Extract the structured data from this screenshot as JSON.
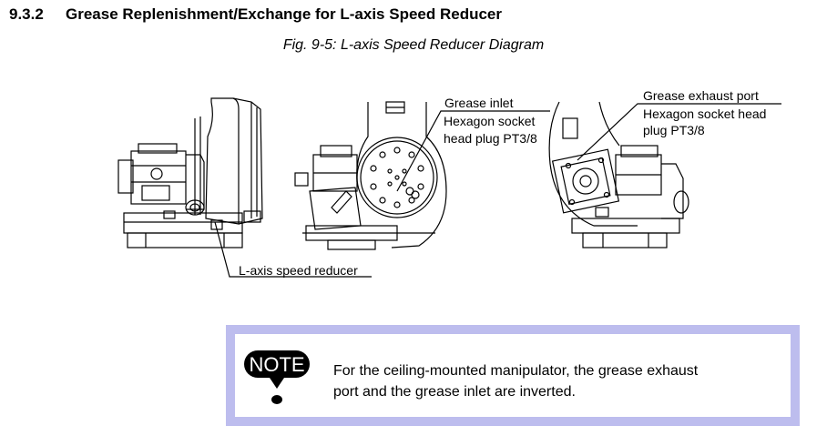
{
  "section": {
    "number": "9.3.2",
    "title": "Grease Replenishment/Exchange for L-axis Speed Reducer"
  },
  "figure": {
    "caption": "Fig. 9-5: L-axis Speed Reducer Diagram",
    "labels": {
      "reducer": "L-axis speed reducer",
      "inlet_title": "Grease inlet",
      "inlet_line1": "Hexagon socket",
      "inlet_line2": "head plug PT3/8",
      "exhaust_title": "Grease exhaust port",
      "exhaust_line1": "Hexagon socket head",
      "exhaust_line2": "plug PT3/8"
    }
  },
  "note": {
    "icon_text": "NOTE",
    "line1": "For the ceiling-mounted manipulator, the grease exhaust",
    "line2": "port and the grease inlet are inverted."
  },
  "colors": {
    "note_border": "#bdbdee"
  }
}
